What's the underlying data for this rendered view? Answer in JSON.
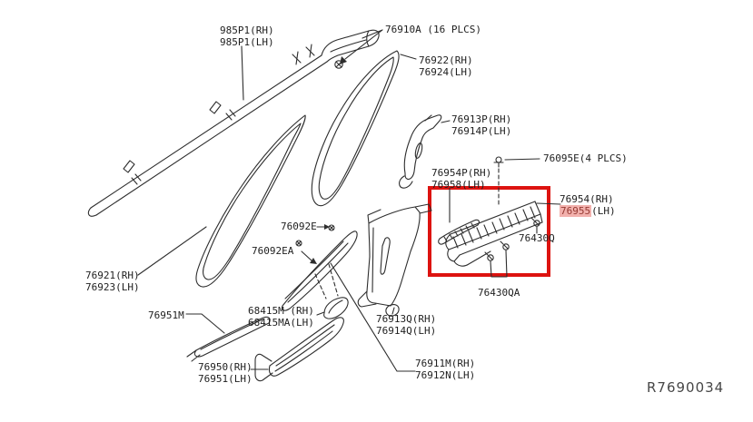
{
  "ref_code": "R7690034",
  "colors": {
    "highlight_box": "#dd1310",
    "selected_bg": "#f2b1ad",
    "selected_text": "#963a33",
    "line": "#2d2d2d"
  },
  "parts": [
    {
      "id": "985P1",
      "lines": [
        "985P1(RH)",
        "985P1(LH)"
      ]
    },
    {
      "id": "76910A",
      "lines": [
        "76910A (16 PLCS)"
      ]
    },
    {
      "id": "76922",
      "lines": [
        "76922(RH)",
        "76924(LH)"
      ]
    },
    {
      "id": "76913P",
      "lines": [
        "76913P(RH)",
        "76914P(LH)"
      ]
    },
    {
      "id": "76095E",
      "lines": [
        "76095E(4 PLCS)"
      ]
    },
    {
      "id": "76954P",
      "lines": [
        "76954P(RH)",
        "76958(LH)"
      ]
    },
    {
      "id": "76954",
      "lines": [
        "76954(RH)"
      ]
    },
    {
      "id": "76955",
      "number": "76955",
      "suffix": "(LH)",
      "highlighted": true
    },
    {
      "id": "76430Q",
      "lines": [
        "76430Q"
      ]
    },
    {
      "id": "76092E",
      "lines": [
        "76092E"
      ]
    },
    {
      "id": "76092EA",
      "lines": [
        "76092EA"
      ]
    },
    {
      "id": "76921",
      "lines": [
        "76921(RH)",
        "76923(LH)"
      ]
    },
    {
      "id": "76430QA",
      "lines": [
        "76430QA"
      ]
    },
    {
      "id": "76951M",
      "lines": [
        "76951M"
      ]
    },
    {
      "id": "68415M",
      "lines": [
        "68415M (RH)",
        "68415MA(LH)"
      ]
    },
    {
      "id": "76913Q",
      "lines": [
        "76913Q(RH)",
        "76914Q(LH)"
      ]
    },
    {
      "id": "76950",
      "lines": [
        "76950(RH)",
        "76951(LH)"
      ]
    },
    {
      "id": "76911M",
      "lines": [
        "76911M(RH)",
        "76912N(LH)"
      ]
    }
  ]
}
